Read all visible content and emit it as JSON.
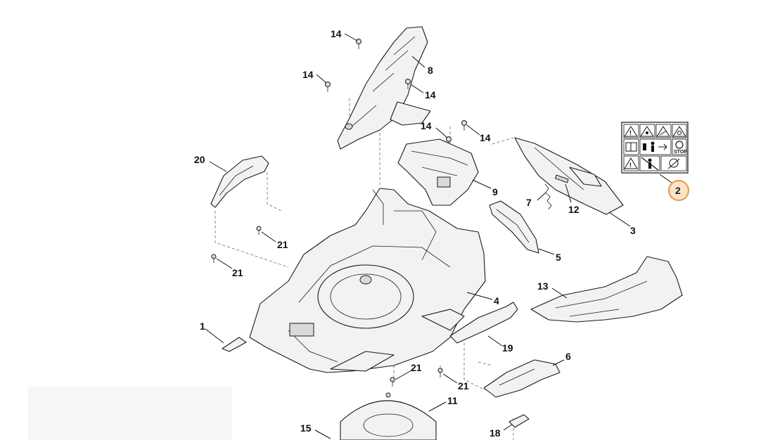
{
  "diagram": {
    "callouts": [
      {
        "id": "c-14a",
        "text": "14"
      },
      {
        "id": "c-8",
        "text": "8"
      },
      {
        "id": "c-14b",
        "text": "14"
      },
      {
        "id": "c-14c",
        "text": "14"
      },
      {
        "id": "c-14d",
        "text": "14"
      },
      {
        "id": "c-14e",
        "text": "14"
      },
      {
        "id": "c-20",
        "text": "20"
      },
      {
        "id": "c-9",
        "text": "9"
      },
      {
        "id": "c-7",
        "text": "7"
      },
      {
        "id": "c-12",
        "text": "12"
      },
      {
        "id": "c-3",
        "text": "3"
      },
      {
        "id": "c-21a",
        "text": "21"
      },
      {
        "id": "c-21b",
        "text": "21"
      },
      {
        "id": "c-5",
        "text": "5"
      },
      {
        "id": "c-13",
        "text": "13"
      },
      {
        "id": "c-4",
        "text": "4"
      },
      {
        "id": "c-1",
        "text": "1"
      },
      {
        "id": "c-19",
        "text": "19"
      },
      {
        "id": "c-6",
        "text": "6"
      },
      {
        "id": "c-21c",
        "text": "21"
      },
      {
        "id": "c-21d",
        "text": "21"
      },
      {
        "id": "c-11",
        "text": "11"
      },
      {
        "id": "c-15",
        "text": "15"
      },
      {
        "id": "c-18",
        "text": "18"
      }
    ],
    "highlighted": {
      "text": "2",
      "color": "#e8974a",
      "fill": "#fbe3c8"
    },
    "warning_label": {
      "stop_text": "STOP"
    }
  }
}
